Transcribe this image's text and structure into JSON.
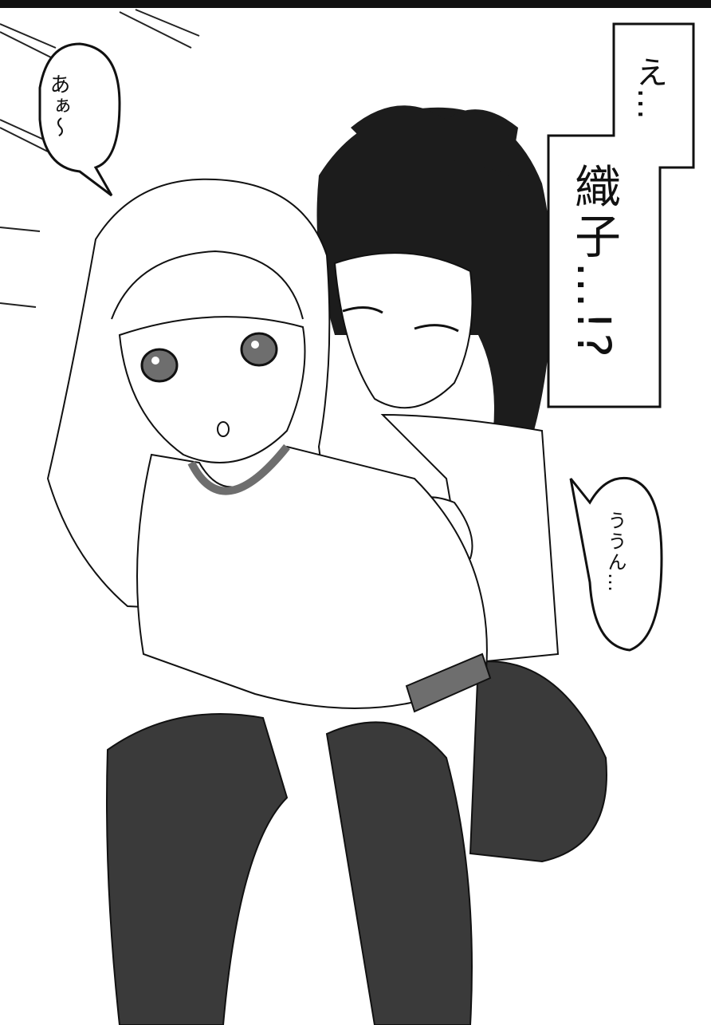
{
  "speech_bubbles": [
    {
      "id": "aa",
      "text": "あぁ～"
    },
    {
      "id": "eh",
      "line1": "え…",
      "line2": "織子…!?"
    },
    {
      "id": "uun",
      "text": "ううん…"
    }
  ],
  "colors": {
    "ink": "#111111",
    "paper": "#ffffff",
    "screentone_dark": "#3a3a3a",
    "screentone_mid": "#6e6e6e",
    "hair_black": "#1c1c1c"
  }
}
